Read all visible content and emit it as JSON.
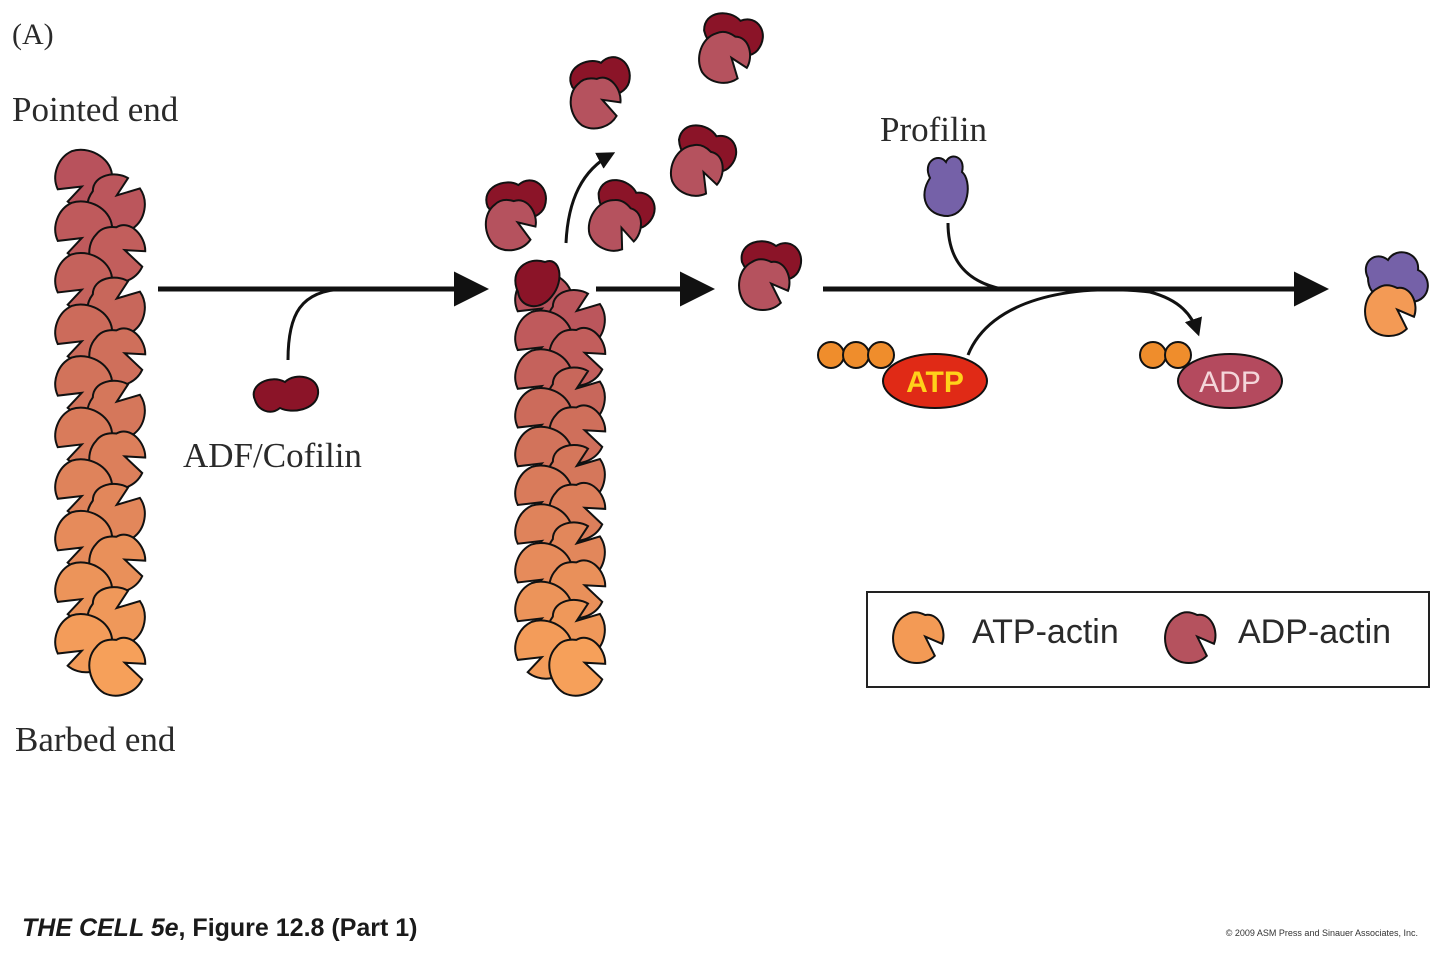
{
  "labels": {
    "panel": "(A)",
    "pointed_end": "Pointed end",
    "barbed_end": "Barbed end",
    "adf_cofilin": "ADF/Cofilin",
    "profilin": "Profilin",
    "atp": "ATP",
    "adp": "ADP"
  },
  "legend": {
    "atp_actin": "ATP-actin",
    "adp_actin": "ADP-actin"
  },
  "credit": {
    "title_italic": "THE CELL 5e",
    "title_rest": ", Figure 12.8 (Part 1)",
    "copyright": "© 2009 ASM Press and Sinauer Associates, Inc."
  },
  "colors": {
    "adp_actin": "#b5525e",
    "atp_actin": "#f39a55",
    "filament_top": "#b8525c",
    "filament_bottom": "#f6a05a",
    "cofilin": "#8b1428",
    "profilin": "#7561a8",
    "atp_oval": "#e02a16",
    "atp_text": "#ffd21a",
    "adp_oval": "#b44a5e",
    "phosphate": "#ef8d2c"
  }
}
